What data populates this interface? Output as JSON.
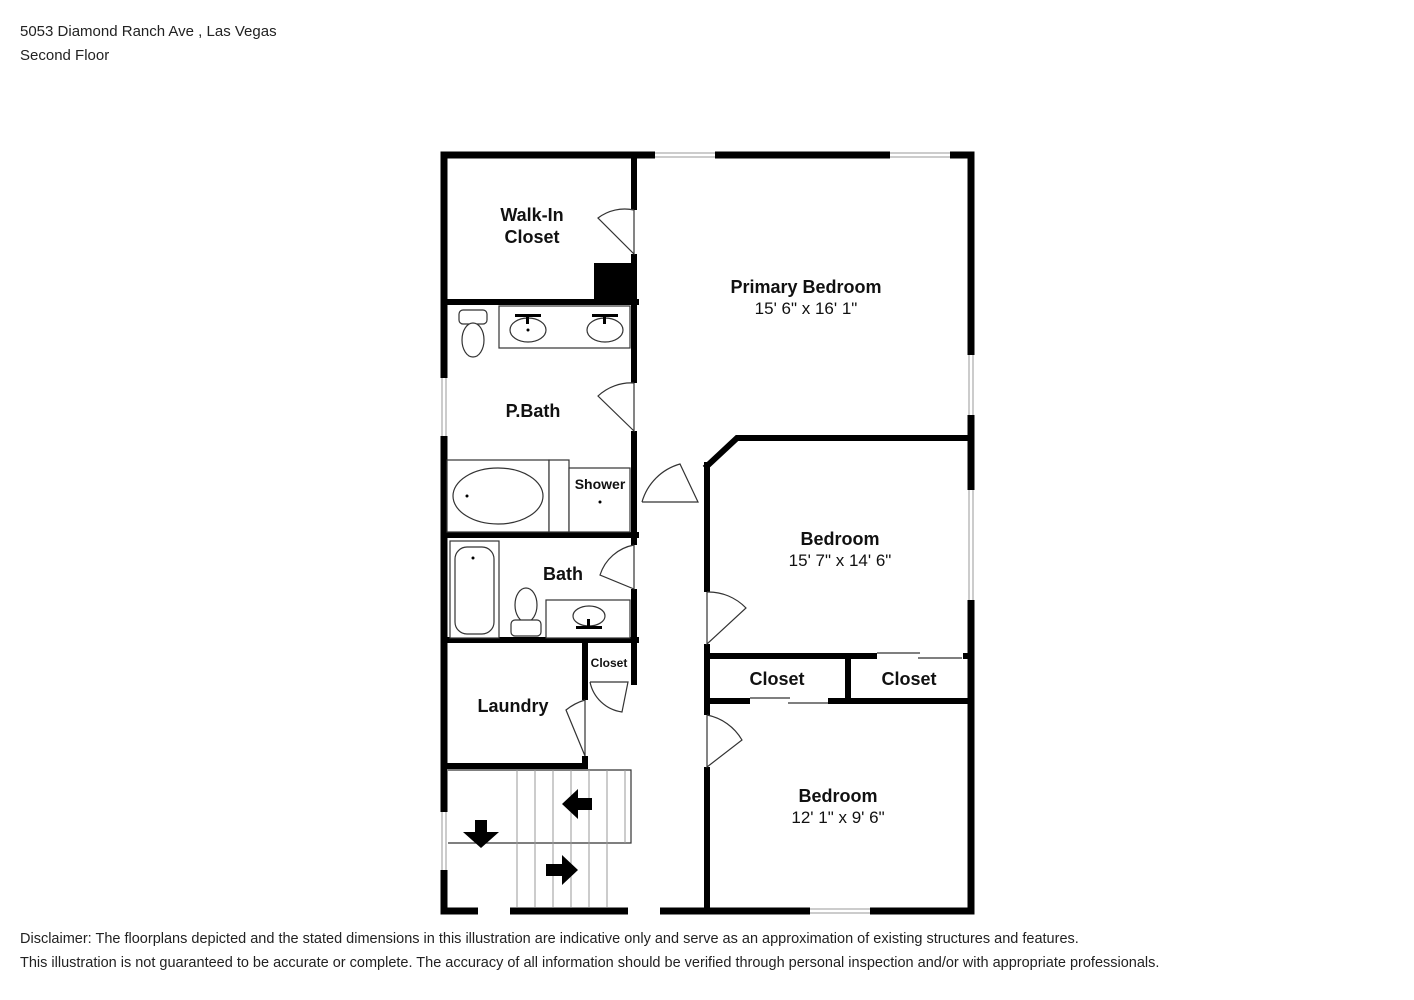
{
  "header": {
    "address": "5053 Diamond Ranch Ave , Las Vegas",
    "floor": "Second Floor"
  },
  "rooms": {
    "walk_in_closet": {
      "line1": "Walk-In",
      "line2": "Closet"
    },
    "primary_bedroom": {
      "name": "Primary Bedroom",
      "dims": "15' 6\" x 16' 1\""
    },
    "p_bath": {
      "name": "P.Bath"
    },
    "shower": {
      "name": "Shower"
    },
    "bath": {
      "name": "Bath"
    },
    "bedroom_2": {
      "name": "Bedroom",
      "dims": "15' 7\" x 14' 6\""
    },
    "closet_small": {
      "name": "Closet"
    },
    "closet_left": {
      "name": "Closet"
    },
    "closet_right": {
      "name": "Closet"
    },
    "laundry": {
      "name": "Laundry"
    },
    "bedroom_3": {
      "name": "Bedroom",
      "dims": "12' 1\" x 9' 6\""
    }
  },
  "disclaimer": {
    "line1": "Disclaimer: The floorplans depicted and the stated dimensions in this illustration are indicative only and serve as an approximation of existing structures and features.",
    "line2": "This illustration is not guaranteed to be accurate or complete. The accuracy of all information should be verified through personal inspection and/or with appropriate professionals."
  }
}
